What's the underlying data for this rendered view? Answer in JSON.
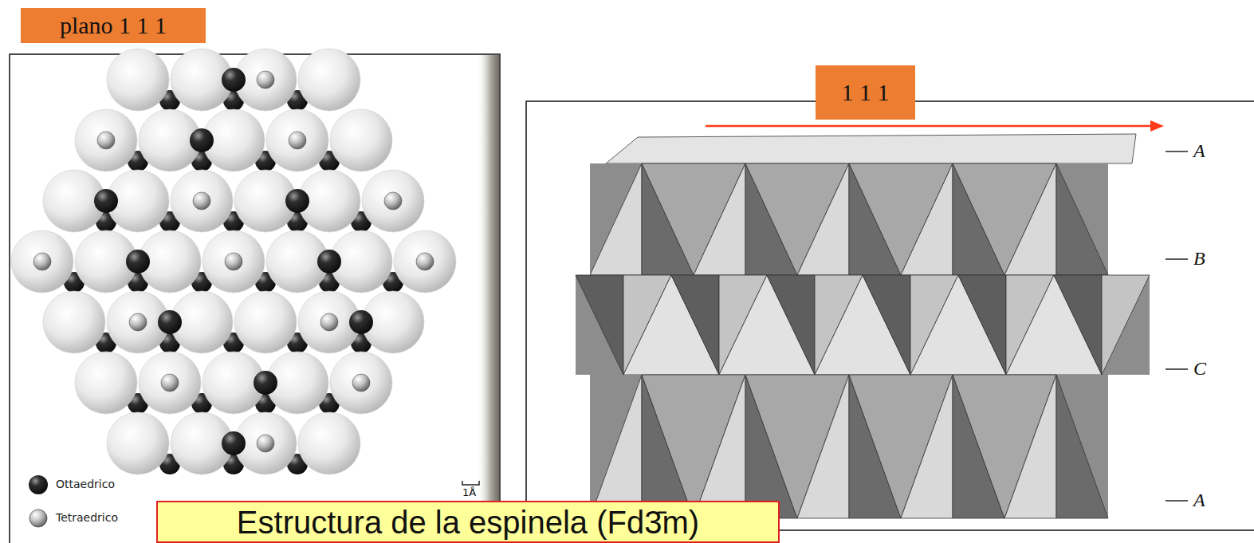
{
  "diagram": {
    "nodes": [
      {
        "text": [
          "plano 1 1 1"
        ]
      },
      {
        "text": [
          "1 1 1"
        ]
      },
      {
        "text": [
          "Estructura de la espinela (Fd3̄m)"
        ]
      }
    ],
    "labels": [
      "1Å",
      "A",
      "B",
      "C",
      "A"
    ],
    "legend": [
      {
        "text": "Ottaedrico"
      },
      {
        "text": "Tetraedrico"
      }
    ]
  }
}
